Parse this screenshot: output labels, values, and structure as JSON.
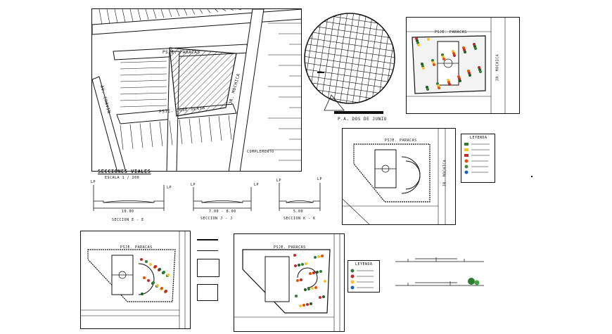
{
  "plan_main": {
    "streets": [
      "PSJE. PARACAS",
      "PSJE. JOSE OLAYA",
      "JR. MOCHICA",
      "AV. CHAVIN"
    ],
    "note": "COMPLEMENTO"
  },
  "location": {
    "title": "P.A. DOS DE JUNIO"
  },
  "sections": {
    "title": "SECCIONES VIALES",
    "scale": "ESCALA 1 / 200",
    "items": [
      {
        "label": "SECCION E - E",
        "total": "10.00",
        "left": "LP",
        "right": "LP"
      },
      {
        "label": "SECCION J - J",
        "total": "7.00 - 8.00",
        "left": "LP",
        "right": "LP"
      },
      {
        "label": "SECCION K - K",
        "total": "5.00",
        "left": "LP",
        "right": "LP"
      }
    ]
  },
  "park_top": {
    "street": "PSJE. PARACAS",
    "side_street": "JR. MOCHICA"
  },
  "park_mid": {
    "street": "PSJE. PARACAS",
    "side_street": "JR. MOCHICA"
  },
  "legend": {
    "title": "LEYENDA"
  },
  "park_bl": {
    "street": "PSJE. PARACAS"
  },
  "park_bc": {
    "street": "PSJE. PARACAS"
  },
  "legend_small": {
    "title": "LEYENDA"
  }
}
